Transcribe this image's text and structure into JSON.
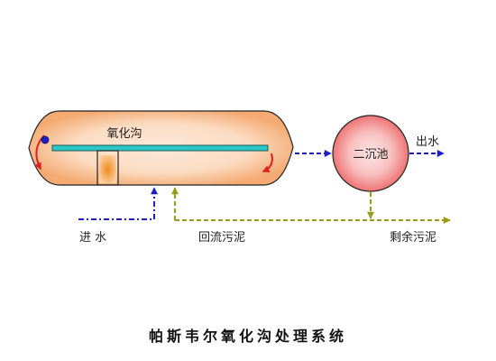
{
  "diagram": {
    "title": "帕斯韦尔氧化沟处理系统",
    "ditch_label": "氧化沟",
    "clarifier_label": "二沉池",
    "effluent_label": "出水",
    "influent_label": "进 水",
    "return_sludge_label": "回流污泥",
    "excess_sludge_label": "剩余污泥"
  },
  "colors": {
    "water_flow": "#1e1ec8",
    "sludge_flow": "#9a9a1a",
    "circulation_arrow": "#e02020",
    "rotor_bar": "#2cc6c6",
    "ditch_edge": "#f4aa72",
    "ditch_center": "#fde9d8",
    "clarifier_edge": "#ee7474",
    "clarifier_center": "#fde6e6"
  }
}
